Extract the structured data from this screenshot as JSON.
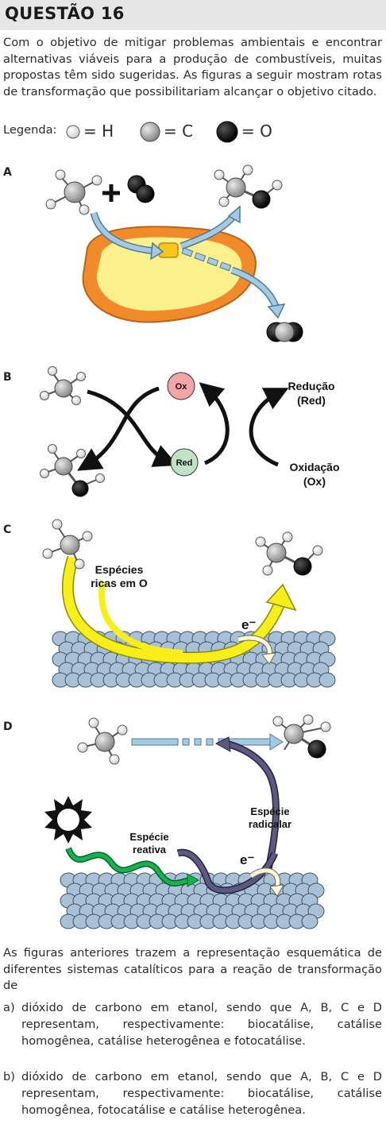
{
  "question": {
    "title": "QUESTÃO 16",
    "intro": "Com o objetivo de mitigar problemas ambientais e encontrar alternativas viáveis para a produção de combustíveis, muitas propostas têm sido sugeridas. As figuras a seguir mostram rotas de transformação que possibilitariam alcançar o objetivo citado.",
    "legend": {
      "label": "Legenda:",
      "h": "= H",
      "c": "= C",
      "o": "= O"
    },
    "panels": {
      "a": "A",
      "b": "B",
      "c": "C",
      "d": "D"
    },
    "figure_b": {
      "ox": "Ox",
      "red": "Red",
      "reducao_1": "Redução",
      "reducao_2": "(Red)",
      "oxidacao_1": "Oxidação",
      "oxidacao_2": "(Ox)"
    },
    "figure_c": {
      "species_1": "Espécies",
      "species_2": "ricas em O",
      "electron": "e⁻"
    },
    "figure_d": {
      "radical_1": "Espécie",
      "radical_2": "radicalar",
      "reactive_1": "Espécie",
      "reactive_2": "reativa",
      "electron": "e⁻"
    },
    "stem": "As figuras anteriores trazem a representação esquemática de diferentes sistemas catalíticos para a reação de transformação de",
    "options": [
      {
        "marker": "a)",
        "text": "dióxido de carbono em etanol, sendo que A, B, C e D representam, respectivamente: biocatálise, catálise homogênea, catálise heterogênea e fotocatálise."
      },
      {
        "marker": "b)",
        "text": "dióxido de carbono em etanol, sendo que A, B, C e D representam, respectivamente: biocatálise, catálise homogênea, fotocatálise e catálise heterogênea."
      }
    ]
  }
}
